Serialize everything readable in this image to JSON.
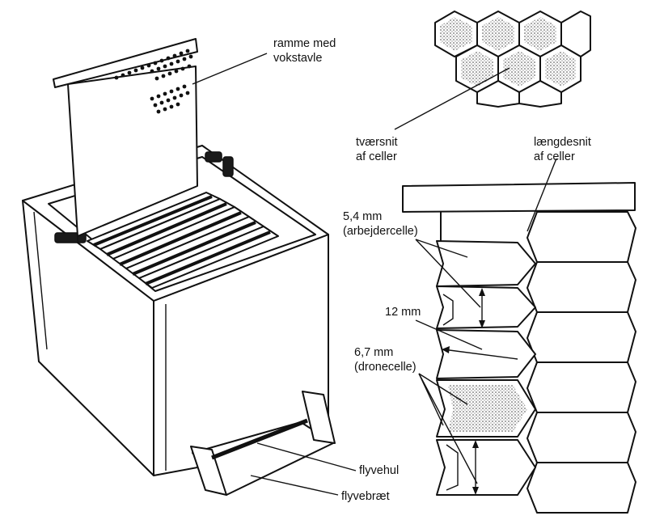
{
  "labels": {
    "frame": [
      "ramme med",
      "vokstavle"
    ],
    "cross_section": [
      "tværsnit",
      "af celler"
    ],
    "longitudinal_section": [
      "længdesnit",
      "af celler"
    ],
    "worker_cell": [
      "5,4 mm",
      "(arbejdercelle)"
    ],
    "depth": "12 mm",
    "drone_cell": [
      "6,7 mm",
      "(dronecelle)"
    ],
    "entrance": "flyvehul",
    "landing_board": "flyvebræt"
  }
}
